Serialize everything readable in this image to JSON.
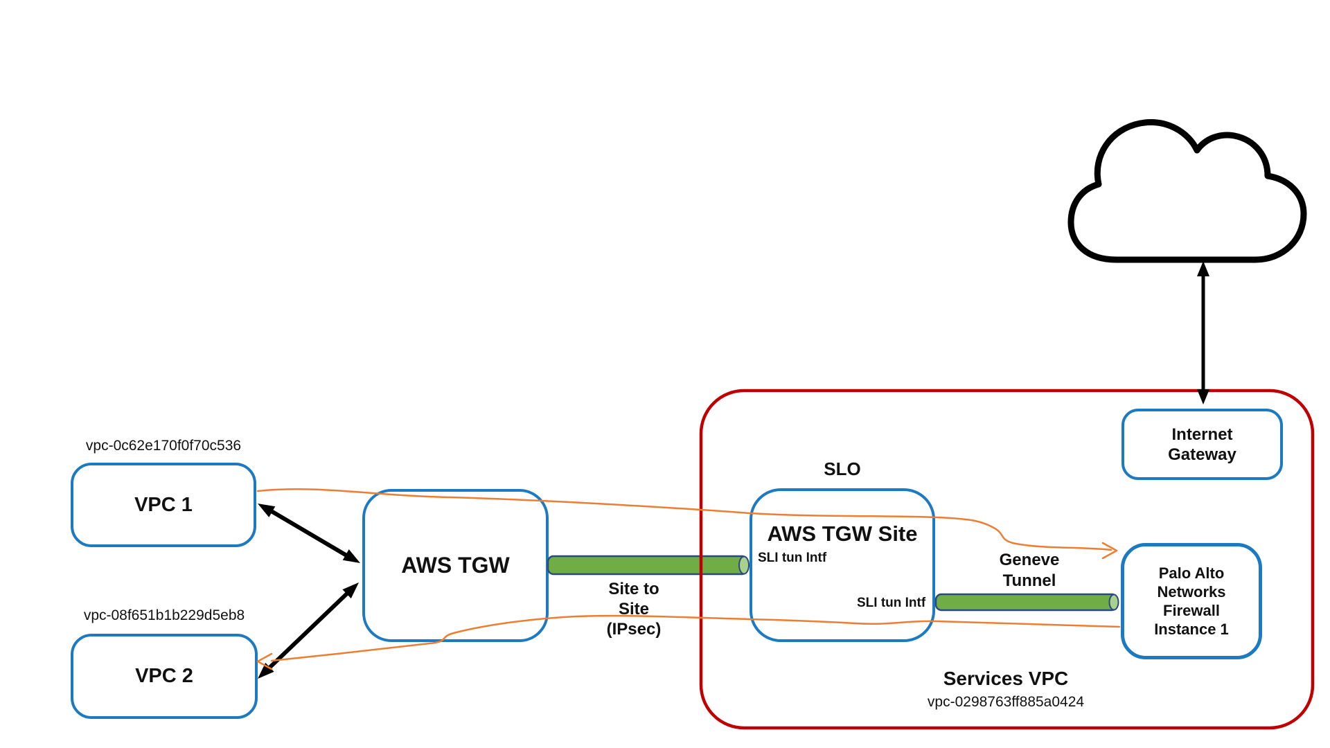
{
  "colors": {
    "box_border": "#1b7ac2",
    "services_container_border": "#c00000",
    "flow_line": "#ed7d31",
    "tunnel_fill": "#70ad47",
    "tunnel_edge": "#2a4a7f",
    "tunnel_cap": "#a9d18e",
    "arrow": "#000000"
  },
  "internet": {
    "label": "Internet"
  },
  "internet_gateway": {
    "label": "Internet Gateway"
  },
  "services_vpc": {
    "title": "Services VPC",
    "vpc_id": "vpc-0298763ff885a0424"
  },
  "aws_tgw": {
    "label": "AWS TGW"
  },
  "aws_tgw_site": {
    "title": "AWS TGW Site",
    "site_label": "SLO",
    "sli_top": "SLI tun Intf",
    "sli_bottom": "SLI tun Intf"
  },
  "palo_alto": {
    "label": "Palo Alto Networks Firewall Instance 1"
  },
  "tunnels": {
    "site_to_site": "Site to Site (IPsec)",
    "geneve": "Geneve Tunnel"
  },
  "vpc1": {
    "label": "VPC 1",
    "vpc_id": "vpc-0c62e170f0f70c536"
  },
  "vpc2": {
    "label": "VPC 2",
    "vpc_id": "vpc-08f651b1b229d5eb8"
  }
}
